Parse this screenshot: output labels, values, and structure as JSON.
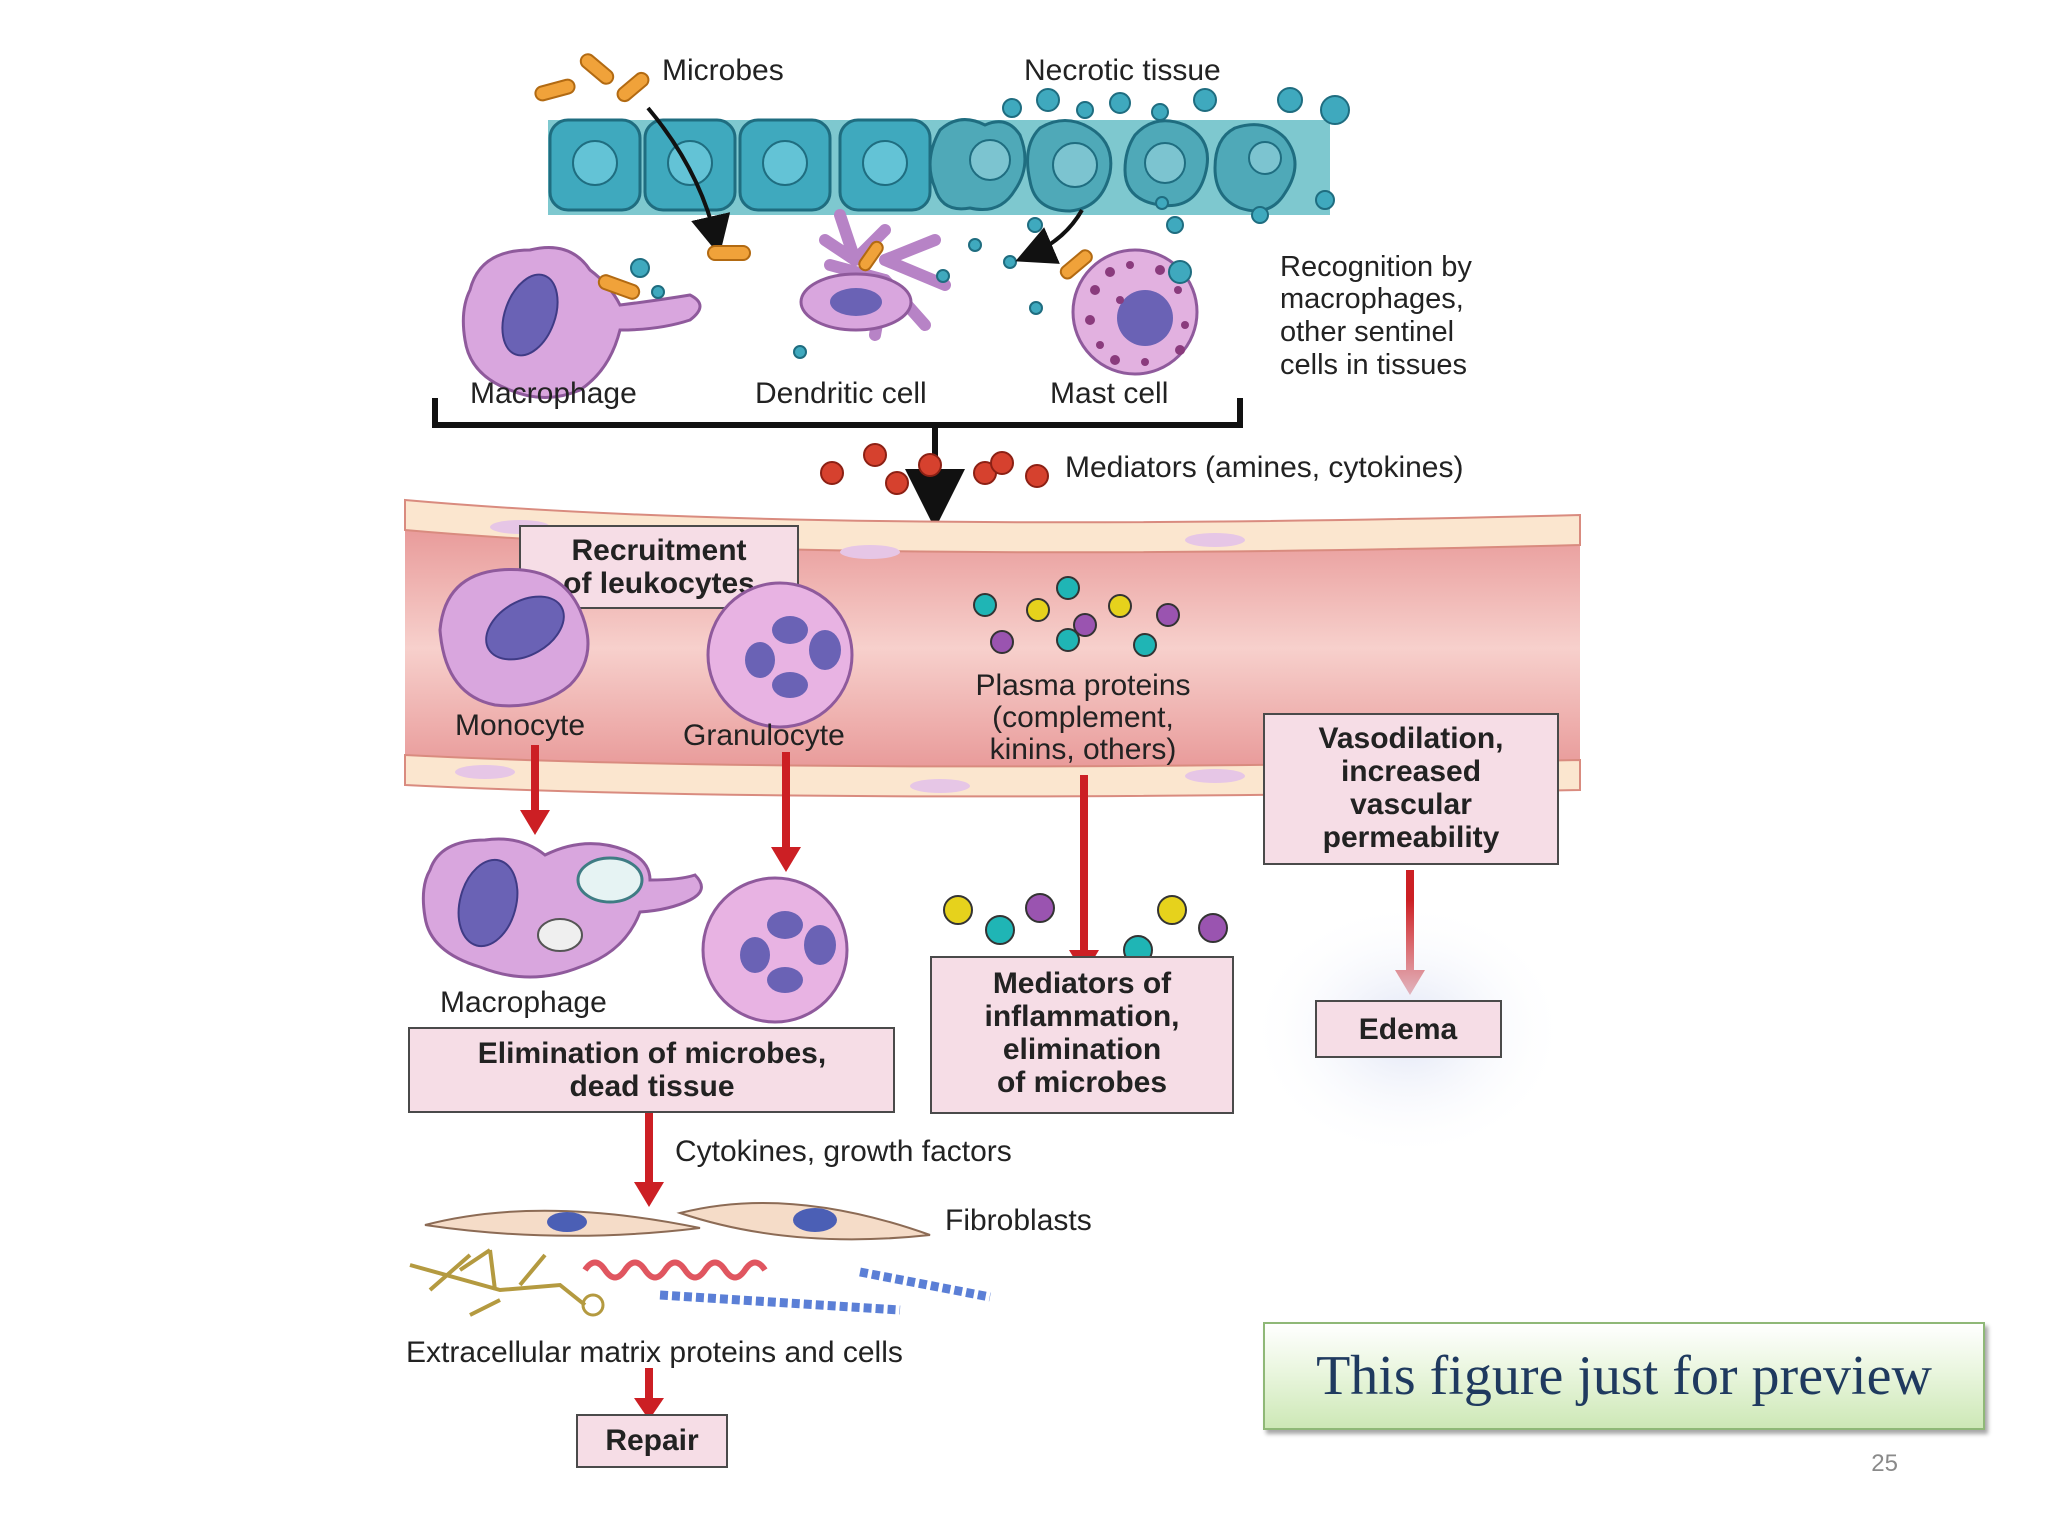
{
  "labels": {
    "microbes": "Microbes",
    "necrotic_tissue": "Necrotic tissue",
    "macrophage_top": "Macrophage",
    "dendritic_cell": "Dendritic cell",
    "mast_cell": "Mast cell",
    "recognition": [
      "Recognition by",
      "macrophages,",
      "other sentinel",
      "cells in tissues"
    ],
    "mediators_amines": "Mediators (amines, cytokines)",
    "monocyte": "Monocyte",
    "granulocyte": "Granulocyte",
    "plasma_proteins": [
      "Plasma proteins",
      "(complement,",
      "kinins, others)"
    ],
    "macrophage_bottom": "Macrophage",
    "cytokines_growth": "Cytokines, growth factors",
    "fibroblasts": "Fibroblasts",
    "ecm": "Extracellular matrix proteins and cells"
  },
  "boxes": {
    "recruitment": [
      "Recruitment",
      "of leukocytes"
    ],
    "vasodilation": [
      "Vasodilation,",
      "increased",
      "vascular",
      "permeability"
    ],
    "elimination": [
      "Elimination of microbes,",
      "dead tissue"
    ],
    "mediators_inflammation": [
      "Mediators of",
      "inflammation,",
      "elimination",
      "of microbes"
    ],
    "edema": "Edema",
    "repair": "Repair"
  },
  "preview_note": "This figure just for preview",
  "page_number": "25",
  "colors": {
    "arrow_red": "#cc1f24",
    "box_fill": "#f6dde6",
    "vessel_fill": "#e89a9a",
    "cell_teal": "#3fa9be",
    "cell_purple": "#c99ad6",
    "nucleus": "#6a62b5"
  },
  "icons": [
    "microbe-icon",
    "epithelial-cell-icon",
    "macrophage-icon",
    "dendritic-cell-icon",
    "mast-cell-icon",
    "mediator-dot-icon",
    "monocyte-icon",
    "granulocyte-icon",
    "plasma-protein-icon",
    "fibroblast-icon",
    "fiber-icon",
    "arrow-icon"
  ]
}
